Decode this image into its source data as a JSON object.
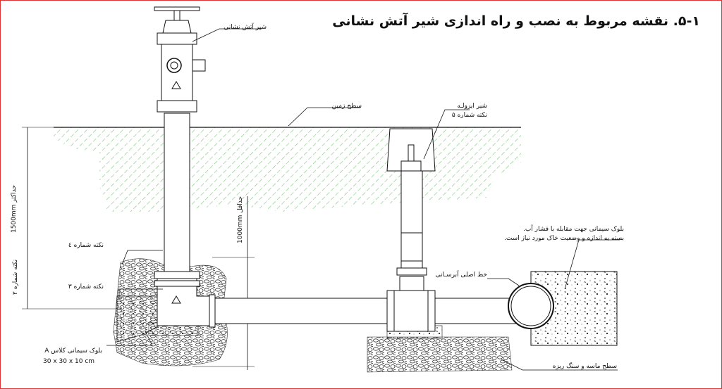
{
  "title": "۵-۱. نقشه مربوط به نصب و راه اندازی شیر آتش نشانی",
  "labels": {
    "hydrant": "شیر آتش نشانی",
    "ground_surface": "سطح زمین",
    "isolation_valve": "شیر ایزولـه",
    "detail_5": "نکته شماره ۵",
    "concrete_block_pressure_1": "بلوک سیمانی جهت مقابله با فشار آب.",
    "concrete_block_pressure_2": "بسته به اندازه و وضعیت خاک مورد نیاز است.",
    "main_water_line": "خط اصلی آبرسـانی",
    "detail_4": "نکته شماره ٤",
    "detail_3": "نکته شماره ۳",
    "concrete_block_class": "بلوک سیمانی کلاس A",
    "block_size": "30 x 30 x 10 cm",
    "sand_gravel": "سطح ماسه و سنگ ریزه",
    "max_depth": "حداکثر 1500mm",
    "min_depth": "حداقل 1000mm",
    "detail_2": "نکته شماره ۲"
  }
}
